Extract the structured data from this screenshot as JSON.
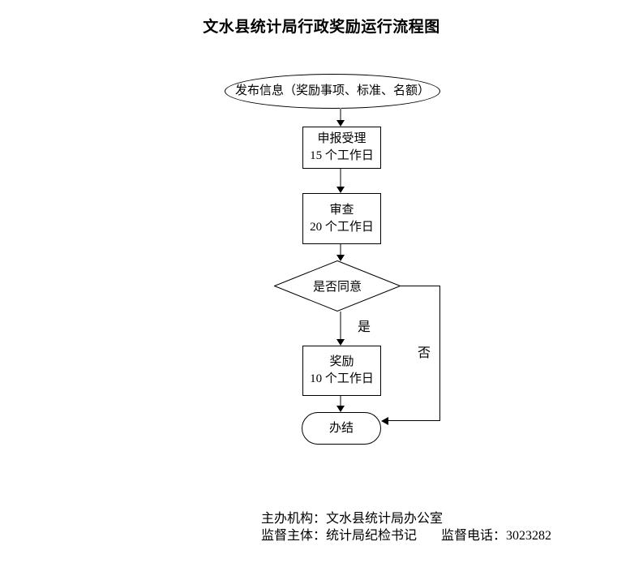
{
  "title": "文水县统计局行政奖励运行流程图",
  "flow": {
    "start_label": "发布信息（奖励事项、标准、名额）",
    "steps": [
      {
        "name": "申报受理",
        "duration": "15 个工作日"
      },
      {
        "name": "审查",
        "duration": "20 个工作日"
      },
      {
        "name": "奖励",
        "duration": "10 个工作日"
      }
    ],
    "decision_label": "是否同意",
    "yes_label": "是",
    "no_label": "否",
    "end_label": "办结"
  },
  "footer": {
    "organizer": "主办机构：文水县统计局办公室",
    "supervisor": "监督主体：统计局纪检书记",
    "phone": "监督电话：3023282"
  },
  "icons": {
    "arrow_down": "black down-pointing triangle arrowhead",
    "arrow_left": "black left-pointing triangle arrowhead"
  },
  "colors": {
    "background": "#ffffff",
    "outline": "#000000",
    "connector": "#808080",
    "arrow": "#000000",
    "text": "#000000"
  }
}
